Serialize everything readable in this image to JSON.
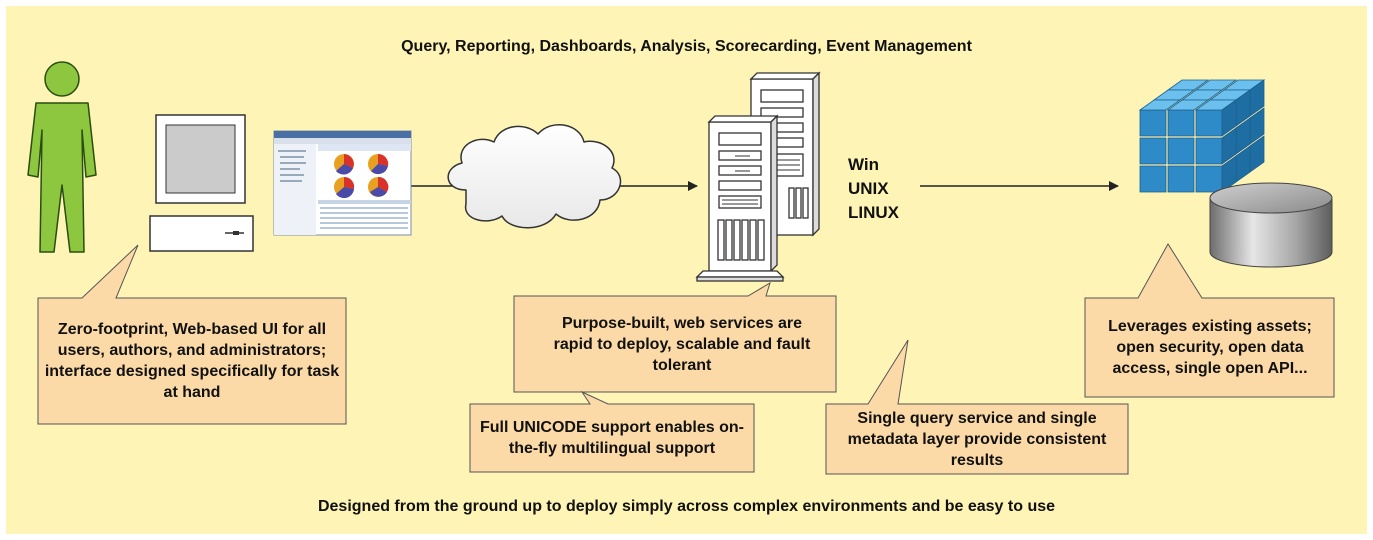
{
  "header": "Query, Reporting, Dashboards, Analysis, Scorecarding, Event Management",
  "footer": "Designed from the ground up to deploy simply across complex environments and be easy to use",
  "platforms": [
    "Win",
    "UNIX",
    "LINUX"
  ],
  "callouts": {
    "ui": "Zero-footprint, Web-based UI for all users, authors, and administrators; interface designed specifically for task at hand",
    "services": "Purpose-built, web services are rapid to deploy, scalable and fault tolerant",
    "unicode": "Full UNICODE support enables on-the-fly multilingual support",
    "metadata": "Single query service and single metadata layer provide consistent results",
    "assets": "Leverages existing assets; open security, open data access, single open API..."
  },
  "colors": {
    "background": "#fdf4b6",
    "callout_fill": "#fbdaa7",
    "figure": "#8dc63f",
    "cube": "#2e8bc7",
    "cylinder": "#9b9b9b"
  },
  "icons": [
    "user-figure-icon",
    "desktop-computer-icon",
    "app-screenshot-icon",
    "network-cloud-icon",
    "server-tower-icon",
    "olap-cube-icon",
    "database-cylinder-icon"
  ]
}
